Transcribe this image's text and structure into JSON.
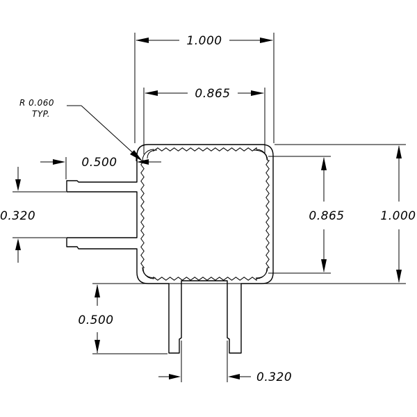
{
  "dimensions": {
    "top_outer_width": "1.000",
    "top_inner_width": "0.865",
    "radius_note_line1": "R  0.060",
    "radius_note_line2": "TYP.",
    "left_tab_length": "0.500",
    "left_slot_gap": "0.320",
    "right_inner_height": "0.865",
    "right_outer_height": "1.000",
    "bottom_tab_length": "0.500",
    "bottom_slot_gap": "0.320"
  }
}
